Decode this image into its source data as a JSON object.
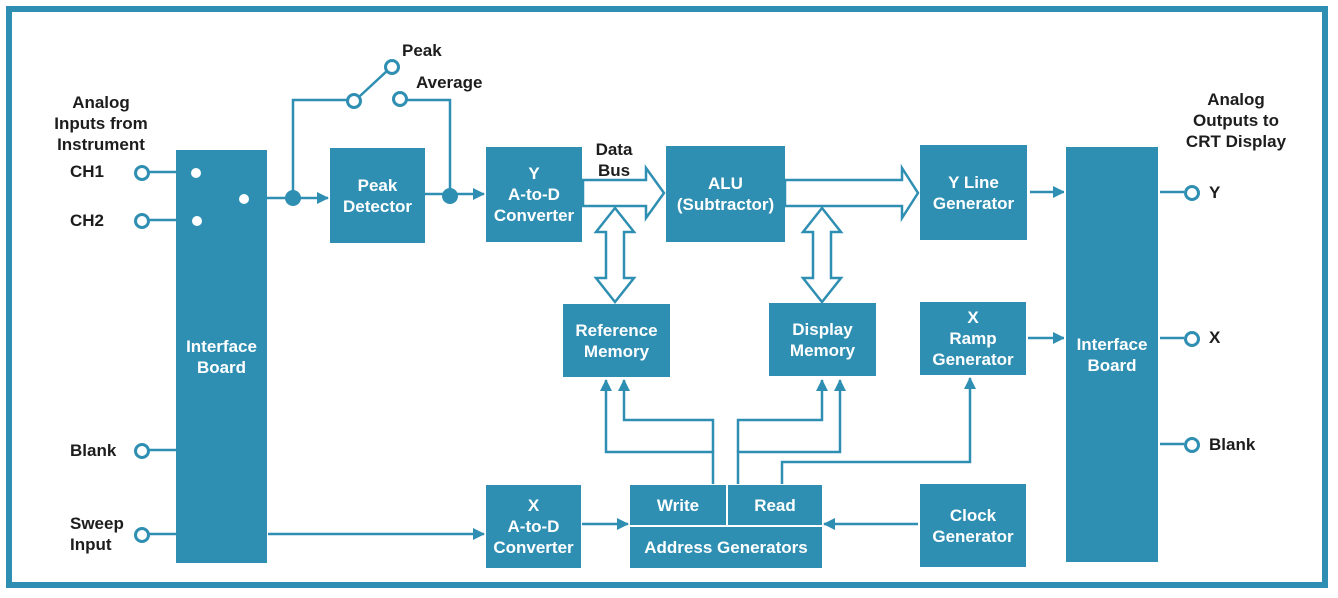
{
  "colors": {
    "accent": "#2f8fb2",
    "text": "#1d1d1d",
    "background": "#ffffff"
  },
  "inputs": {
    "heading": [
      "Analog",
      "Inputs from",
      "Instrument"
    ],
    "ch1": "CH1",
    "ch2": "CH2",
    "blank": "Blank",
    "sweep": [
      "Sweep",
      "Input"
    ]
  },
  "outputs": {
    "heading": [
      "Analog",
      "Outputs to",
      "CRT Display"
    ],
    "y": "Y",
    "x": "X",
    "blank": "Blank"
  },
  "mode_switch": {
    "peak": "Peak",
    "average": "Average"
  },
  "data_bus": [
    "Data",
    "Bus"
  ],
  "blocks": {
    "interface_left": [
      "Interface",
      "Board"
    ],
    "peak_detector": [
      "Peak",
      "Detector"
    ],
    "y_adc": [
      "Y",
      "A-to-D",
      "Converter"
    ],
    "alu": [
      "ALU",
      "(Subtractor)"
    ],
    "y_line": [
      "Y Line",
      "Generator"
    ],
    "interface_right": [
      "Interface",
      "Board"
    ],
    "ref_memory": [
      "Reference",
      "Memory"
    ],
    "display_memory": [
      "Display",
      "Memory"
    ],
    "x_ramp": [
      "X",
      "Ramp",
      "Generator"
    ],
    "x_adc": [
      "X",
      "A-to-D",
      "Converter"
    ],
    "write": "Write",
    "read": "Read",
    "address_generators": "Address Generators",
    "clock": [
      "Clock",
      "Generator"
    ]
  }
}
